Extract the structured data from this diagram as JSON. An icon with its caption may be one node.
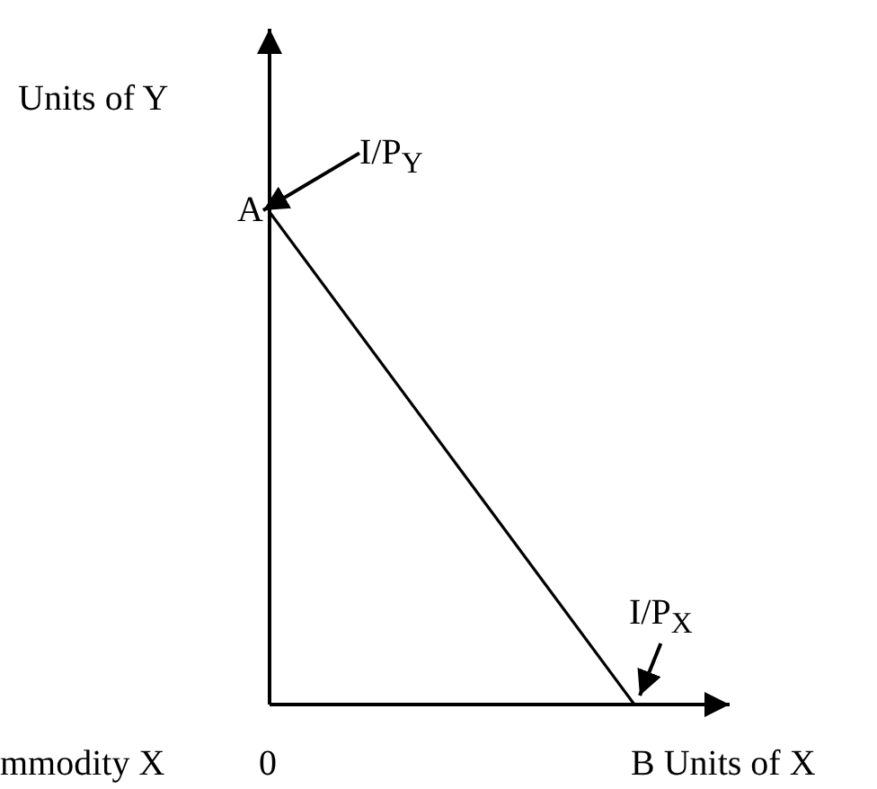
{
  "diagram": {
    "nodes": [
      {
        "text": [
          "I/P$_{Y}$"
        ]
      },
      {
        "text": [
          "I/P$_{X}$"
        ]
      },
      {
        "text": [
          "A"
        ]
      }
    ],
    "edges": [
      {
        "from": 0,
        "to": 2,
        "arrow": "to"
      },
      {
        "from": 1,
        "to": null,
        "arrow": "to"
      }
    ],
    "labels": [
      "Units of Y",
      "mmodity X",
      "0",
      "B Units of X"
    ]
  }
}
